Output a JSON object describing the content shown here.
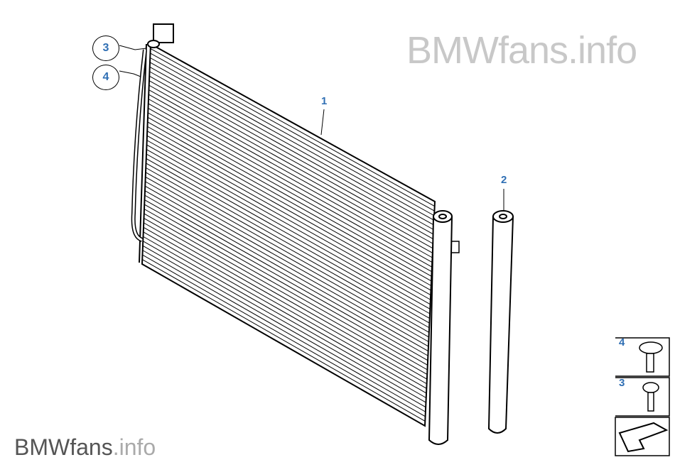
{
  "watermark": {
    "brand": "BMWfans",
    "suffix": ".info"
  },
  "callouts": {
    "condenser": "1",
    "dryer": "2",
    "circle_top": "3",
    "circle_bottom": "4"
  },
  "legend": {
    "items": [
      {
        "number": "4",
        "part": "screw-large-head"
      },
      {
        "number": "3",
        "part": "screw-small-head"
      }
    ]
  },
  "colors": {
    "callout": "#2f6fb4",
    "watermark_big": "#c8c8c8"
  }
}
